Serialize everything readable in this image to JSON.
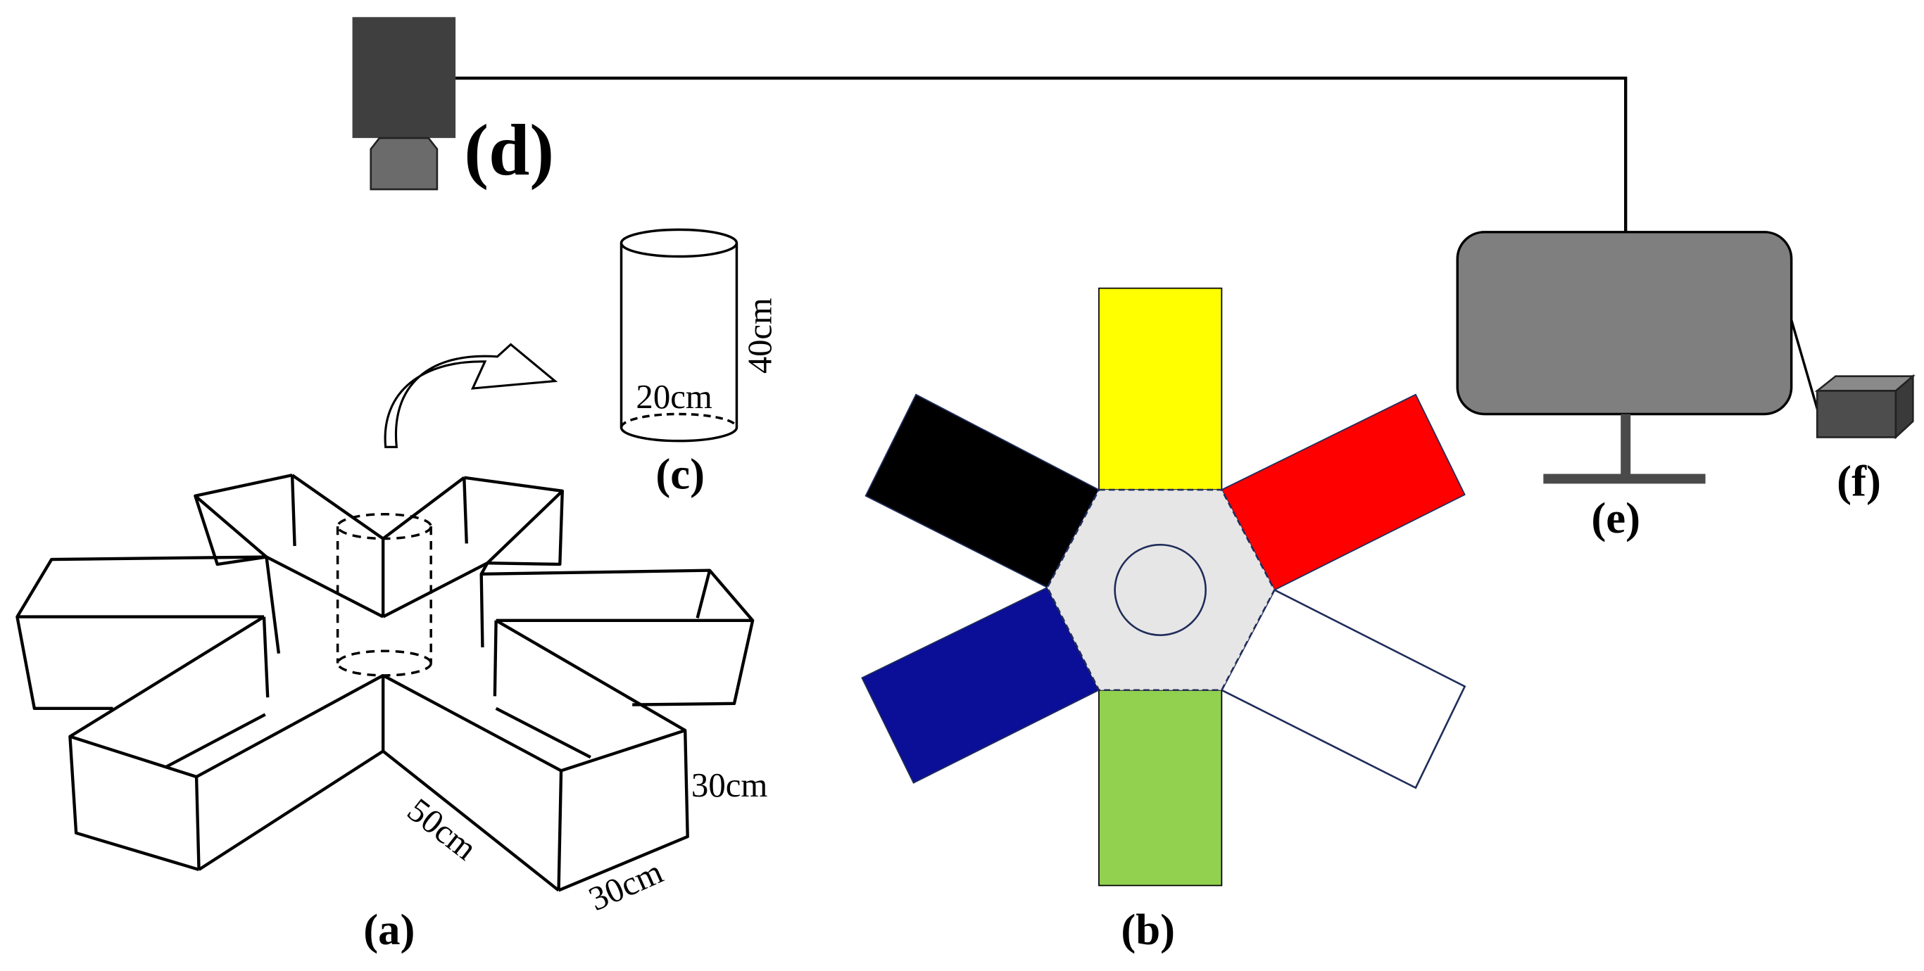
{
  "panels": {
    "a": {
      "label": "(a)",
      "dim_length": "50cm",
      "dim_width": "30cm",
      "dim_height": "30cm"
    },
    "b": {
      "label": "(b)",
      "arm_colors": [
        "#ffff00",
        "#ff0000",
        "#ffffff",
        "#92d050",
        "#0b0e96",
        "#000000"
      ],
      "hub_color": "#e7e6e6"
    },
    "c": {
      "label": "(c)",
      "dim_height": "40cm",
      "dim_diameter": "20cm"
    },
    "d": {
      "label": "(d)"
    },
    "e": {
      "label": "(e)"
    },
    "f": {
      "label": "(f)"
    }
  }
}
